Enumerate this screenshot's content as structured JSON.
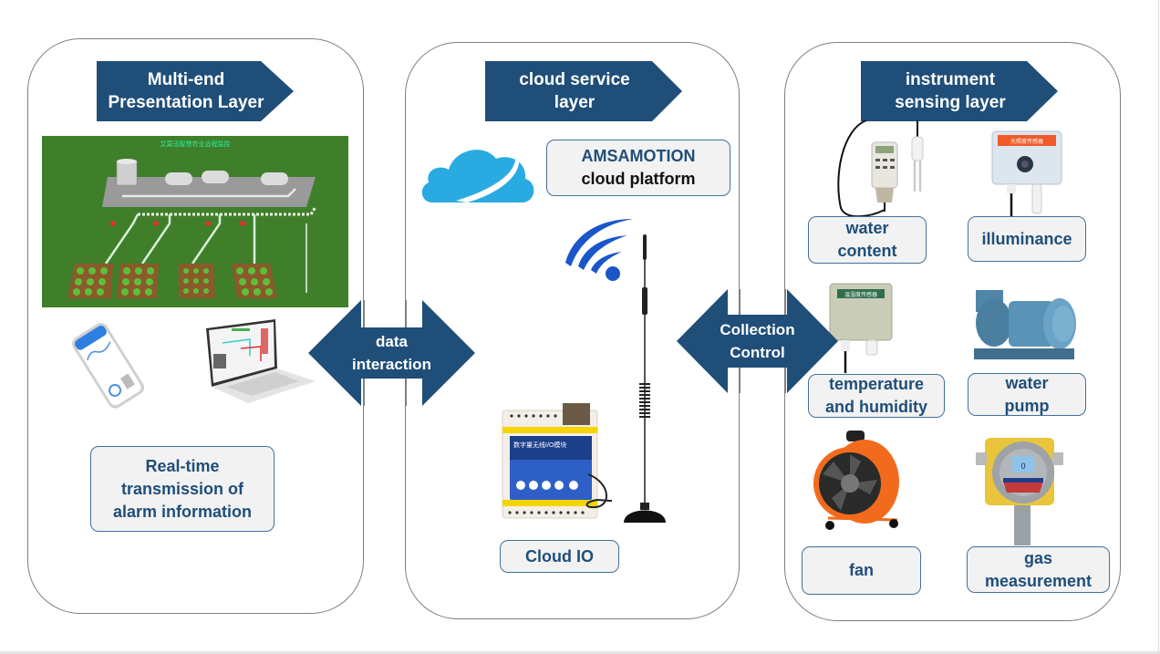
{
  "colors": {
    "header_fill": "#1f4e79",
    "arrow_fill": "#1f4e79",
    "label_fill": "#f2f2f2",
    "label_border": "#41719c",
    "label_text": "#1f4e79",
    "panel_border": "#7f7f7f",
    "field_green": "#3f7f2a",
    "cloud_blue": "#29abe2"
  },
  "panels": {
    "presentation": {
      "header": "Multi-end Presentation Layer",
      "header_lines": [
        "Multi-end",
        "Presentation Layer"
      ],
      "scada_title": "艾莫迅智慧农业远程监控",
      "devices": [
        "smartphone-app",
        "laptop-scada"
      ],
      "label_lines": [
        "Real-time",
        "transmission of",
        "alarm information"
      ]
    },
    "cloud": {
      "header_lines": [
        "cloud service",
        "layer"
      ],
      "platform_brand": "AMSAMOTION",
      "platform_label": "cloud platform",
      "device_label": "Cloud IO",
      "device_text": "数字量无线I/O模块"
    },
    "sensing": {
      "header_lines": [
        "instrument",
        "sensing layer"
      ],
      "items": [
        {
          "id": "water-content",
          "lines": [
            "water",
            "content"
          ]
        },
        {
          "id": "illuminance",
          "lines": [
            "illuminance"
          ]
        },
        {
          "id": "temperature-humidity",
          "lines": [
            "temperature",
            "and humidity"
          ]
        },
        {
          "id": "water-pump",
          "lines": [
            "water",
            "pump"
          ]
        },
        {
          "id": "fan",
          "lines": [
            "fan"
          ]
        },
        {
          "id": "gas-measurement",
          "lines": [
            "gas",
            "measurement"
          ]
        }
      ]
    }
  },
  "connectors": {
    "left": {
      "lines": [
        "data",
        "interaction"
      ]
    },
    "right": {
      "lines": [
        "Collection",
        "Control"
      ]
    }
  }
}
